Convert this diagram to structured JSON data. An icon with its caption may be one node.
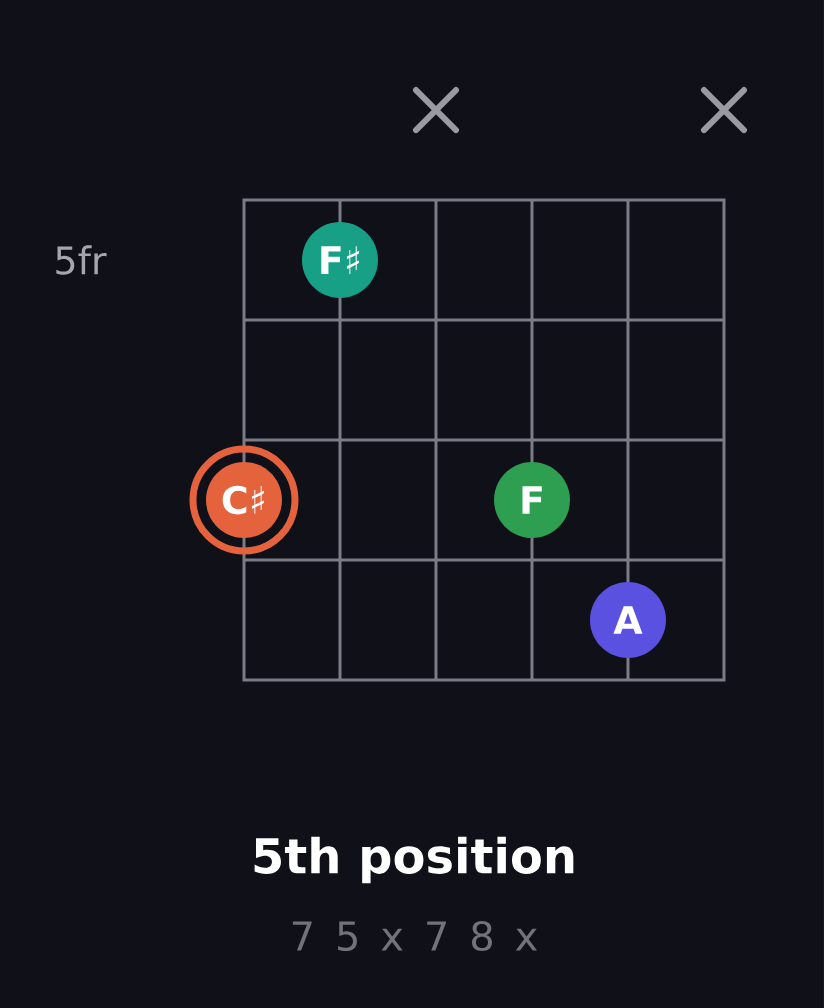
{
  "diagram": {
    "caption": "5th position",
    "nodes": [
      {
        "text": [
          "F♯"
        ]
      },
      {
        "text": [
          "C♯"
        ]
      },
      {
        "text": [
          "F"
        ]
      },
      {
        "text": [
          "A"
        ]
      }
    ],
    "labels": [
      "5fr",
      "7 5 x 7 8 x"
    ]
  }
}
